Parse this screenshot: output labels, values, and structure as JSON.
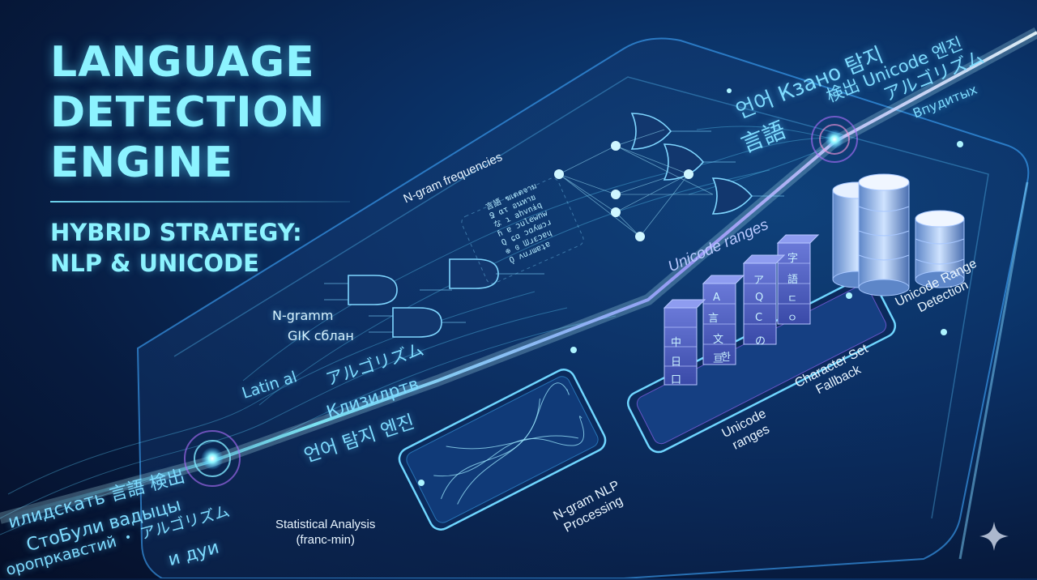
{
  "title": {
    "lines": [
      "LANGUAGE",
      "DETECTION",
      "ENGINE"
    ],
    "subtitle_lines": [
      "HYBRID STRATEGY:",
      "NLP & UNICODE"
    ]
  },
  "labels": {
    "ngram_frequencies": "N-gram frequencies",
    "unicode_ranges_top": "Unicode ranges",
    "unicode_range_detection": [
      "Unicode Range",
      "Detection"
    ],
    "character_set_fallback": [
      "Character Set",
      "Fallback"
    ],
    "unicode_ranges_bottom": [
      "Unicode",
      "ranges"
    ],
    "ngram_nlp_processing": [
      "N-gram NLP",
      "Processing"
    ],
    "statistical_analysis": [
      "Statistical Analysis",
      "(franc-min)"
    ]
  },
  "floating_text": {
    "top_right": [
      "언어 Кзано 탐지",
      "検出 Unicode 엔진",
      "アルゴリズム",
      "言語",
      "Впудитых"
    ],
    "left_stream": [
      "N-gramm",
      "GIK сблан",
      "Latin al",
      "アルゴリズム",
      "Клизилртв",
      "언어 탐지 엔진"
    ],
    "bottom_left": [
      "илидскать 言語 検出",
      "СтоБули вадыцы",
      "оропркавстий ・ アルゴリズム",
      "и дуи"
    ],
    "code_snippet": [
      "言語 ฆเดดจาม",
      "Ջ ατ อนหาย",
      "な ɿ ahvnɨq",
      "ɦ ɐ ɔulewnw",
      "Q ɕɑ ɔɑʎɯɔɹ",
      "⊕ ɞ ᗯɹɛɔɐɥ",
      "Ǫ ʌuɹɯɐʇɐ"
    ]
  },
  "cube_glyphs": [
    "A",
    "言",
    "Q",
    "C",
    "字",
    "語",
    "한",
    "中",
    "日",
    "ア",
    "文",
    "口",
    "ㄷ",
    "の",
    "ㅇ",
    "亘"
  ],
  "colors": {
    "background": "#071b3f",
    "accent_cyan": "#8cf3ff",
    "accent_violet": "#a06bff",
    "panel_edge": "#3fa9ff"
  },
  "icons": [
    "logic-gate-icon",
    "database-icon",
    "sparkle-icon",
    "glowing-node-icon"
  ]
}
